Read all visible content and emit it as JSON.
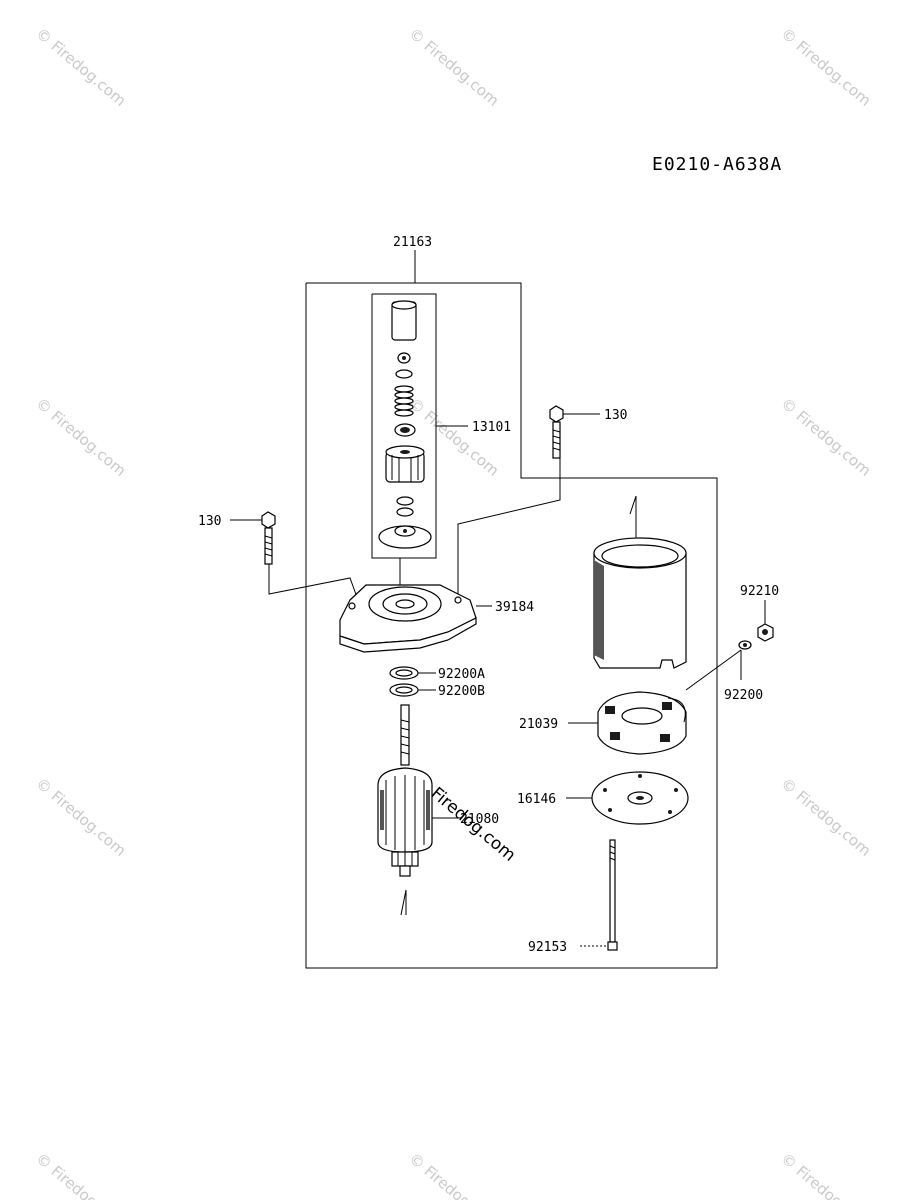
{
  "diagram_code": "E0210-A638A",
  "watermark_text": "© Firedog.com",
  "watermark_center": "Firedog.com",
  "parts": {
    "p21163": "21163",
    "p13101": "13101",
    "p130_top": "130",
    "p130_left": "130",
    "p39184": "39184",
    "p92200A": "92200A",
    "p92200B": "92200B",
    "p21080": "21080",
    "p92210": "92210",
    "p92200": "92200",
    "p21039": "21039",
    "p16146": "16146",
    "p92153": "92153"
  }
}
